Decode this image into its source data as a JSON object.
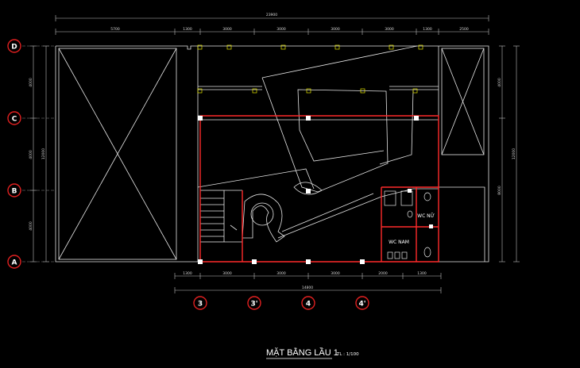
{
  "drawing": {
    "title": "MẶT BẰNG LẦU 1",
    "scale": "TL : 1/100"
  },
  "dimensions": {
    "top_total": "23900",
    "top_segments": [
      "5700",
      "1300",
      "3000",
      "3000",
      "3000",
      "3000",
      "1300",
      "2500"
    ],
    "bottom_segments": [
      "1300",
      "3000",
      "3000",
      "3000",
      "2000",
      "1300"
    ],
    "bottom_total": "14800",
    "left_segments": [
      "4000",
      "4000",
      "4000"
    ],
    "left_total": "12000",
    "right_segments": [
      "4000",
      "8000"
    ],
    "right_total": "12000"
  },
  "grid_axes": {
    "rows": [
      "D",
      "C",
      "B",
      "A"
    ],
    "columns": [
      "3",
      "3'",
      "4",
      "4'"
    ]
  },
  "rooms": {
    "wc_nu": "WC NỮ",
    "wc_nam": "WC NAM"
  },
  "colors": {
    "background": "#000000",
    "wall_red": "#ff2a2a",
    "line_white": "#e6e6e6",
    "grid_circle": "#e02020",
    "column_yellow": "#e6e600"
  }
}
